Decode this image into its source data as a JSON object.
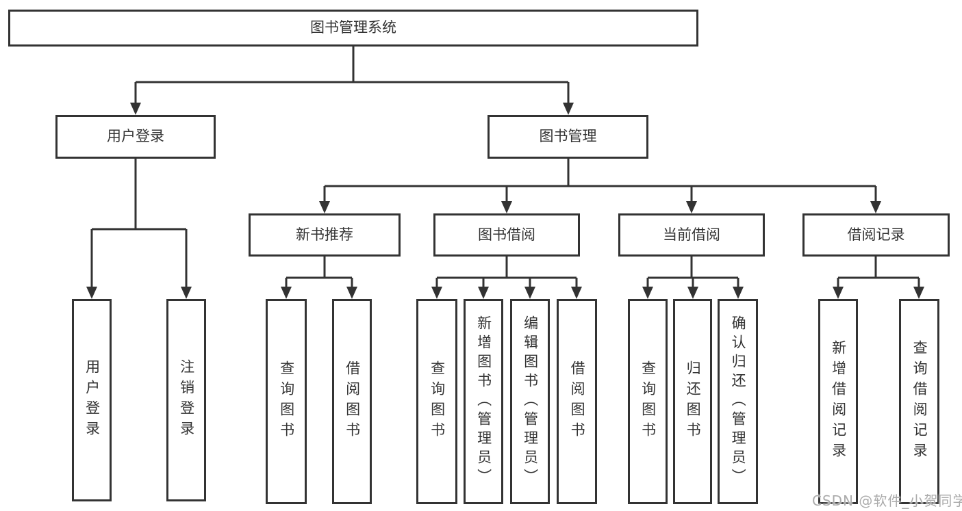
{
  "diagram": {
    "type": "tree",
    "title": "图书管理系统",
    "tree": {
      "root": {
        "label": "图书管理系统"
      },
      "branches": [
        {
          "label": "用户登录",
          "leaves": [
            "用户登录",
            "注销登录"
          ]
        },
        {
          "label": "图书管理",
          "children": [
            {
              "label": "新书推荐",
              "leaves": [
                "查询图书",
                "借阅图书"
              ]
            },
            {
              "label": "图书借阅",
              "leaves": [
                "查询图书",
                "新增图书（管理员）",
                "编辑图书（管理员）",
                "借阅图书"
              ]
            },
            {
              "label": "当前借阅",
              "leaves": [
                "查询图书",
                "归还图书",
                "确认归还（管理员）"
              ]
            },
            {
              "label": "借阅记录",
              "leaves": [
                "新增借阅记录",
                "查询借阅记录"
              ]
            }
          ]
        }
      ]
    },
    "colors": {
      "line": "#333333",
      "text": "#333333",
      "box_fill": "#ffffff",
      "background": "#ffffff",
      "watermark": "#ababab"
    }
  },
  "watermark": {
    "text": "CSDN @软件_小贺同学"
  }
}
